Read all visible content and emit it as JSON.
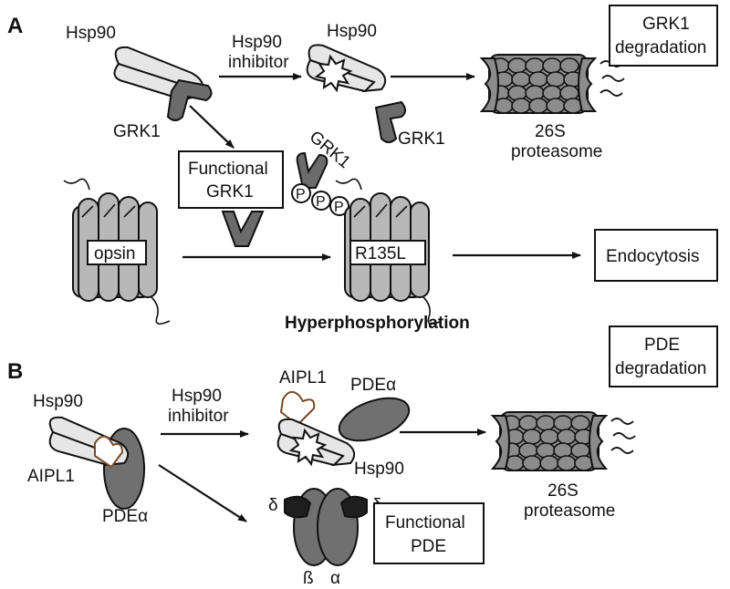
{
  "panel_a": {
    "letter": "A",
    "hsp90_top_left": "Hsp90",
    "grk1_top_left": "GRK1",
    "inhibitor_line1": "Hsp90",
    "inhibitor_line2": "inhibitor",
    "hsp90_center": "Hsp90",
    "grk1_released": "GRK1",
    "degradation_line1": "GRK1",
    "degradation_line2": "degradation",
    "proteasome_line1": "26S",
    "proteasome_line2": "proteasome",
    "functional_line1": "Functional",
    "functional_line2": "GRK1",
    "grk1_rotated": "GRK1",
    "phospho": [
      "P",
      "P",
      "P"
    ],
    "opsin": "opsin",
    "mutant": "R135L",
    "endocytosis": "Endocytosis",
    "hyperphos": "Hyperphosphorylation"
  },
  "panel_b": {
    "letter": "B",
    "hsp90_left": "Hsp90",
    "aipl1_left": "AIPL1",
    "pde_left": "PDEα",
    "inhibitor_line1": "Hsp90",
    "inhibitor_line2": "inhibitor",
    "aipl1_center": "AIPL1",
    "pde_center": "PDEα",
    "hsp90_center": "Hsp90",
    "degradation_line1": "PDE",
    "degradation_line2": "degradation",
    "proteasome_line1": "26S",
    "proteasome_line2": "proteasome",
    "delta_left": "δ",
    "delta_right": "δ",
    "beta": "ß",
    "alpha": "α",
    "functional_line1": "Functional",
    "functional_line2": "PDE"
  },
  "colors": {
    "hsp90_fill": "#e6e6e6",
    "grk1_fill": "#6b6b6b",
    "pde_fill": "#707070",
    "proteasome_fill": "#8c8c8c",
    "receptor_fill": "#b8b8b8",
    "delta_fill": "#1e1e1e",
    "aipl1_stroke": "#7a4a2a"
  }
}
